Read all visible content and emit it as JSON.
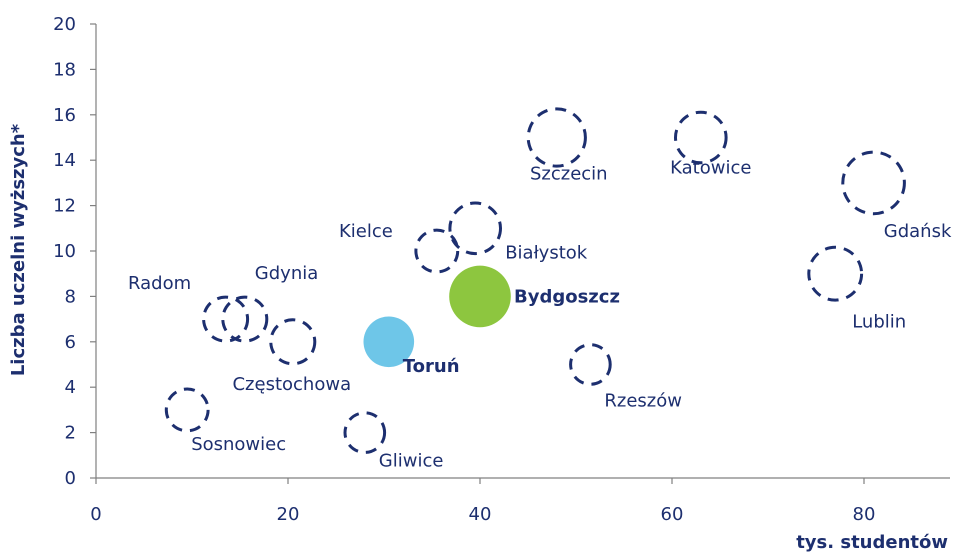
{
  "chart_data": {
    "type": "scatter",
    "title": "",
    "xlabel": "tys. studentów",
    "ylabel": "Liczba uczelni wyższych*",
    "xlim": [
      0,
      90
    ],
    "ylim": [
      0,
      20
    ],
    "x_ticks": [
      0,
      20,
      40,
      60,
      80
    ],
    "y_ticks": [
      0,
      2,
      4,
      6,
      8,
      10,
      12,
      14,
      16,
      18,
      20
    ],
    "grid": false,
    "legend": "none",
    "colors": {
      "axis": "#808080",
      "text": "#1d2f6f",
      "outline": "#1d2f6f",
      "bydgoszcz": "#8dc63f",
      "torun": "#6ec6e8"
    },
    "points": [
      {
        "name": "Radom",
        "x": 13.5,
        "y": 7,
        "size": 1.0,
        "style": "dashed"
      },
      {
        "name": "Gdynia",
        "x": 15.5,
        "y": 7,
        "size": 1.0,
        "style": "dashed"
      },
      {
        "name": "Częstochowa",
        "x": 20.5,
        "y": 6,
        "size": 1.0,
        "style": "dashed"
      },
      {
        "name": "Sosnowiec",
        "x": 9.5,
        "y": 3,
        "size": 0.95,
        "style": "dashed"
      },
      {
        "name": "Gliwice",
        "x": 28,
        "y": 2,
        "size": 0.9,
        "style": "dashed"
      },
      {
        "name": "Toruń",
        "x": 30.5,
        "y": 6,
        "size": 1.15,
        "style": "filled",
        "color": "torun",
        "bold": true
      },
      {
        "name": "Kielce",
        "x": 35.5,
        "y": 10,
        "size": 0.95,
        "style": "dashed"
      },
      {
        "name": "Białystok",
        "x": 39.5,
        "y": 11,
        "size": 1.15,
        "style": "dashed"
      },
      {
        "name": "Bydgoszcz",
        "x": 40,
        "y": 8,
        "size": 1.4,
        "style": "filled",
        "color": "bydgoszcz",
        "bold": true
      },
      {
        "name": "Szczecin",
        "x": 48,
        "y": 15,
        "size": 1.3,
        "style": "dashed"
      },
      {
        "name": "Rzeszów",
        "x": 51.5,
        "y": 5,
        "size": 0.9,
        "style": "dashed"
      },
      {
        "name": "Katowice",
        "x": 63,
        "y": 15,
        "size": 1.15,
        "style": "dashed"
      },
      {
        "name": "Lublin",
        "x": 77,
        "y": 9,
        "size": 1.2,
        "style": "dashed"
      },
      {
        "name": "Gdańsk",
        "x": 81,
        "y": 13,
        "size": 1.4,
        "style": "dashed"
      }
    ]
  }
}
